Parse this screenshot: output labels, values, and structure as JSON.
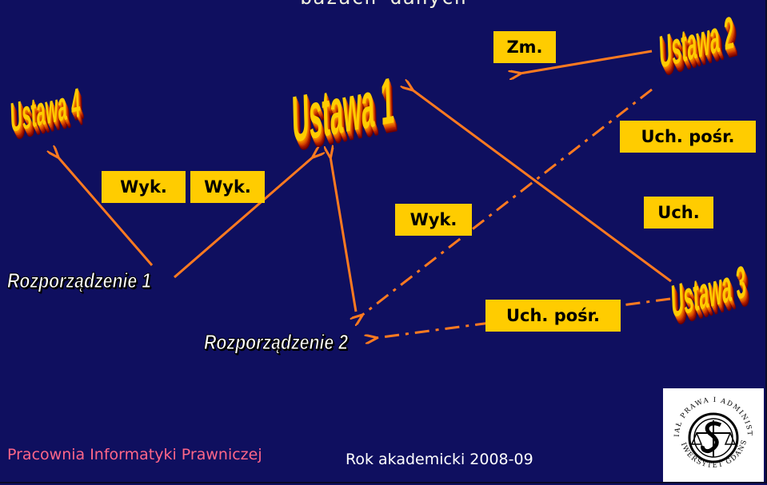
{
  "slide": {
    "title": "bazach danych",
    "footer_left": "Pracownia Informatyki Prawniczej",
    "footer_right": "Rok akademicki 2008-09"
  },
  "nodes": {
    "ustawa_1": "Ustawa 1",
    "ustawa_2": "Ustawa 2",
    "ustawa_3": "Ustawa 3",
    "ustawa_4": "Ustawa 4",
    "rozporzadzenie_1": "Rozporządzenie 1",
    "rozporzadzenie_2": "Rozporządzenie 2"
  },
  "edge_labels": {
    "zm": "Zm.",
    "uch_posr_top": "Uch. pośr.",
    "uch": "Uch.",
    "wyk_left": "Wyk.",
    "wyk_mid": "Wyk.",
    "wyk_center": "Wyk.",
    "uch_posr_bottom": "Uch. pośr."
  },
  "seal": {
    "text_top": "WYDZIAŁ PRAWA I ADMINISTRACJI",
    "text_bottom": "UNIWERSYTET GDAŃSKI"
  },
  "colors": {
    "background": "#0f0f5f",
    "arrow": "#ff7a20",
    "label_fill": "#ffcc00",
    "footer_left": "#ff6688"
  }
}
